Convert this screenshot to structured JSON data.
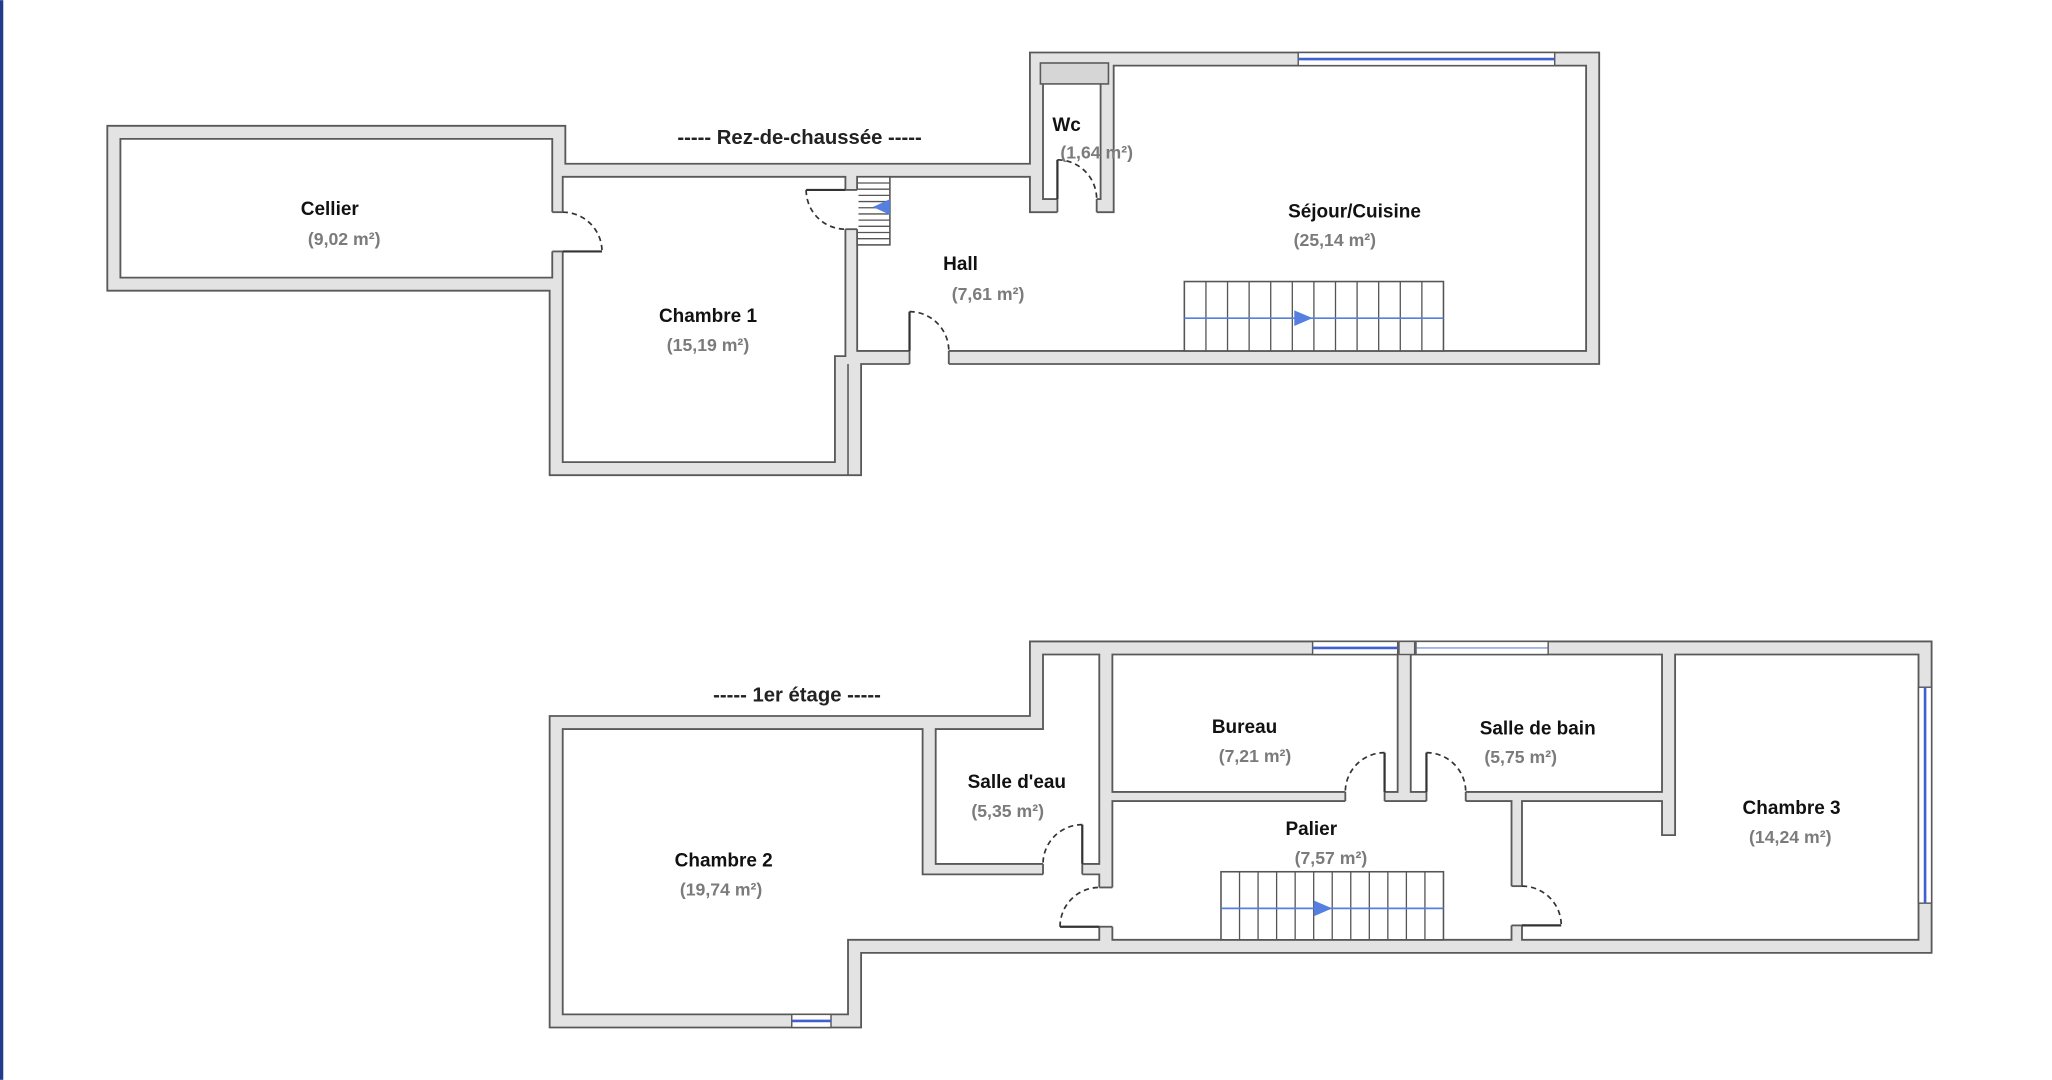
{
  "levels": {
    "ground": {
      "label": "----- Rez-de-chaussée -----",
      "rooms": {
        "cellier": {
          "name": "Cellier",
          "area": "(9,02 m²)"
        },
        "chambre_1": {
          "name": "Chambre 1",
          "area": "(15,19 m²)"
        },
        "hall": {
          "name": "Hall",
          "area": "(7,61 m²)"
        },
        "wc": {
          "name": "Wc",
          "area": "(1,64 m²)"
        },
        "sejour_cuisine": {
          "name": "Séjour/Cuisine",
          "area": "(25,14 m²)"
        }
      }
    },
    "first": {
      "label": "----- 1er étage -----",
      "rooms": {
        "chambre_2": {
          "name": "Chambre 2",
          "area": "(19,74 m²)"
        },
        "salle_deau": {
          "name": "Salle d'eau",
          "area": "(5,35 m²)"
        },
        "bureau": {
          "name": "Bureau",
          "area": "(7,21 m²)"
        },
        "salle_de_bain": {
          "name": "Salle de bain",
          "area": "(5,75 m²)"
        },
        "palier": {
          "name": "Palier",
          "area": "(7,57 m²)"
        },
        "chambre_3": {
          "name": "Chambre 3",
          "area": "(14,24 m²)"
        }
      }
    }
  },
  "colors": {
    "wall": "#e3e3e3",
    "wall_line": "#595959",
    "window": "#4060d0",
    "stair_arrow": "#5580e0",
    "area_text": "#7b7b7b",
    "frame_border": "#1f3d8c"
  }
}
